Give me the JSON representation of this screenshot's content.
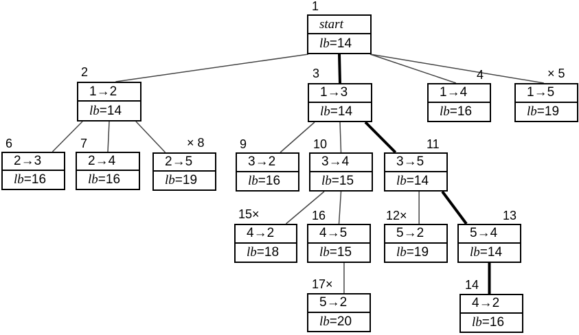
{
  "diagram": {
    "type": "branch-and-bound search tree",
    "nodes": [
      {
        "id": "1",
        "label": "start",
        "lb": "14",
        "pruned": false,
        "parent": null
      },
      {
        "id": "2",
        "label": "1→2",
        "lb": "14",
        "pruned": false,
        "parent": "1"
      },
      {
        "id": "3",
        "label": "1→3",
        "lb": "14",
        "pruned": false,
        "parent": "1"
      },
      {
        "id": "4",
        "label": "1→4",
        "lb": "16",
        "pruned": false,
        "parent": "1"
      },
      {
        "id": "5",
        "label": "1→5",
        "lb": "19",
        "pruned": true,
        "parent": "1"
      },
      {
        "id": "6",
        "label": "2→3",
        "lb": "16",
        "pruned": false,
        "parent": "2"
      },
      {
        "id": "7",
        "label": "2→4",
        "lb": "16",
        "pruned": false,
        "parent": "2"
      },
      {
        "id": "8",
        "label": "2→5",
        "lb": "19",
        "pruned": true,
        "parent": "2"
      },
      {
        "id": "9",
        "label": "3→2",
        "lb": "16",
        "pruned": false,
        "parent": "3"
      },
      {
        "id": "10",
        "label": "3→4",
        "lb": "15",
        "pruned": false,
        "parent": "3"
      },
      {
        "id": "11",
        "label": "3→5",
        "lb": "14",
        "pruned": false,
        "parent": "3"
      },
      {
        "id": "15",
        "label": "4→2",
        "lb": "18",
        "pruned": true,
        "parent": "10"
      },
      {
        "id": "16",
        "label": "4→5",
        "lb": "15",
        "pruned": false,
        "parent": "10"
      },
      {
        "id": "17",
        "label": "5→2",
        "lb": "20",
        "pruned": true,
        "parent": "16"
      },
      {
        "id": "12",
        "label": "5→2",
        "lb": "19",
        "pruned": true,
        "parent": "11"
      },
      {
        "id": "13",
        "label": "5→4",
        "lb": "14",
        "pruned": false,
        "parent": "11"
      },
      {
        "id": "14",
        "label": "4→2",
        "lb": "16",
        "pruned": false,
        "parent": "13"
      }
    ],
    "optimal_path": [
      "1",
      "3",
      "11",
      "13",
      "14"
    ],
    "lb_prefix": "lb",
    "pruned_mark": "×"
  }
}
